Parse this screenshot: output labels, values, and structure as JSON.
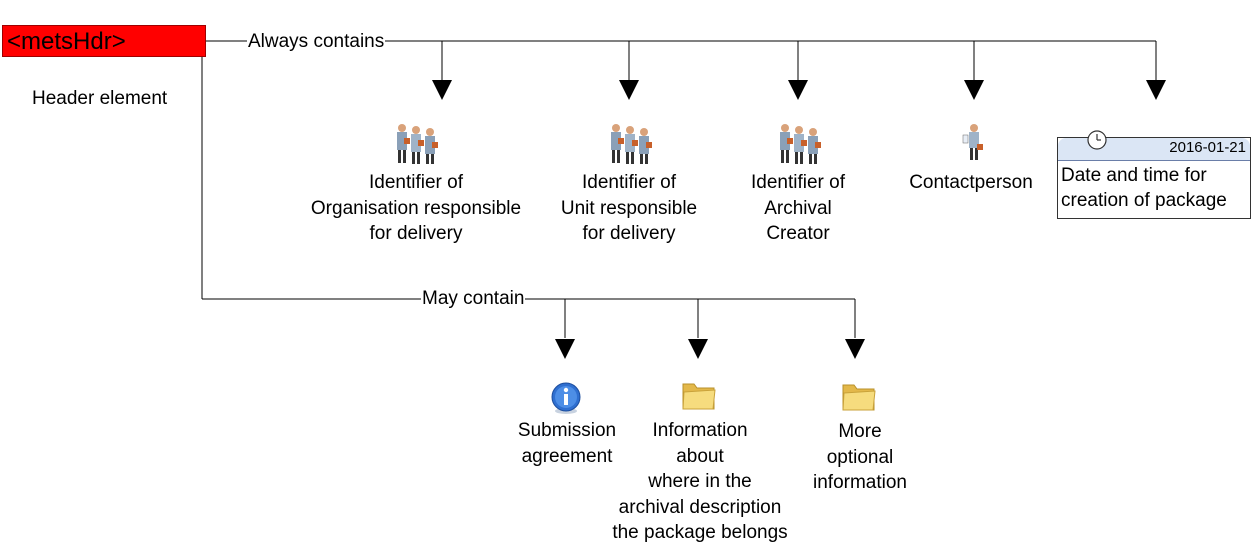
{
  "root": {
    "label": "<metsHdr>",
    "caption": "Header element"
  },
  "edges": {
    "always": "Always contains",
    "may": "May contain"
  },
  "always_nodes": [
    {
      "lines": [
        "Identifier of",
        "Organisation responsible",
        "for delivery"
      ],
      "icon": "people-group-icon"
    },
    {
      "lines": [
        "Identifier of",
        "Unit responsible",
        "for delivery"
      ],
      "icon": "people-group-icon"
    },
    {
      "lines": [
        "Identifier of",
        "Archival",
        "Creator"
      ],
      "icon": "people-group-icon"
    },
    {
      "lines": [
        "Contactperson"
      ],
      "icon": "person-icon"
    }
  ],
  "date_node": {
    "date": "2016-01-21",
    "lines": [
      "Date and time for",
      "creation of package"
    ],
    "icon": "clock-icon"
  },
  "may_nodes": [
    {
      "lines": [
        "Submission",
        "agreement"
      ],
      "icon": "info-icon"
    },
    {
      "lines": [
        "Information",
        "about",
        "where in the",
        "archival description",
        "the package belongs"
      ],
      "icon": "folder-icon"
    },
    {
      "lines": [
        "More",
        "optional",
        "information"
      ],
      "icon": "folder-icon"
    }
  ],
  "colors": {
    "root_fill": "#ff0000",
    "line": "#000000",
    "folder": "#f3d46a",
    "info": "#2f6fd0",
    "date_bar": "#dbe6f5"
  }
}
